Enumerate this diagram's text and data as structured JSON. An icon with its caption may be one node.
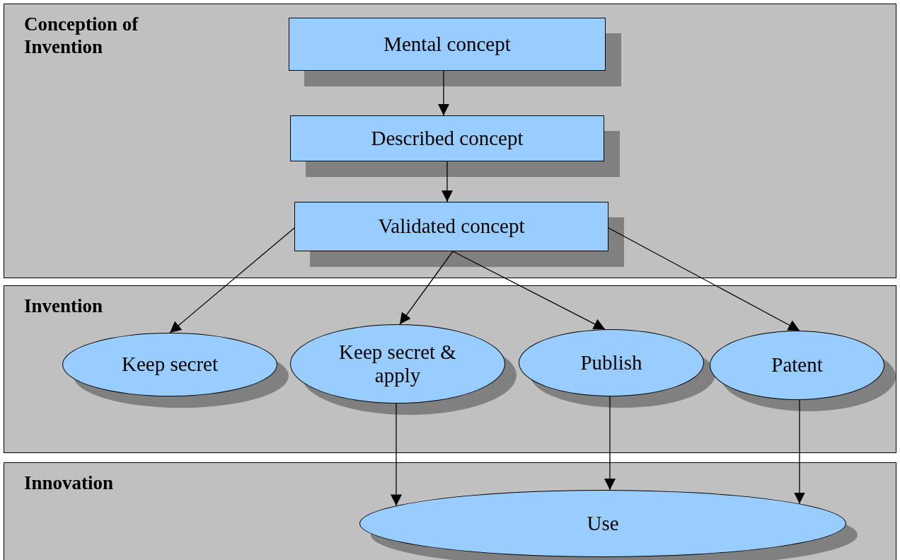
{
  "diagram": {
    "nodes": [
      {
        "text": [
          "Conception of Invention"
        ]
      },
      {
        "text": [
          "Mental concept"
        ],
        "in": 0
      },
      {
        "text": [
          "Described concept"
        ],
        "in": 0
      },
      {
        "text": [
          "Validated concept"
        ],
        "in": 0
      },
      {
        "text": [
          "Invention"
        ]
      },
      {
        "text": [
          "Keep secret"
        ],
        "in": 4
      },
      {
        "text": [
          "Keep secret & apply"
        ],
        "in": 4
      },
      {
        "text": [
          "Publish"
        ],
        "in": 4
      },
      {
        "text": [
          "Patent"
        ],
        "in": 4
      },
      {
        "text": [
          "Innovation"
        ]
      },
      {
        "text": [
          "Use"
        ],
        "in": 9
      }
    ],
    "edges": [
      {
        "from": 1,
        "to": 2,
        "arrow": "to"
      },
      {
        "from": 2,
        "to": 3,
        "arrow": "to"
      },
      {
        "from": 3,
        "to": 5,
        "arrow": "to"
      },
      {
        "from": 3,
        "to": 6,
        "arrow": "to"
      },
      {
        "from": 3,
        "to": 7,
        "arrow": "to"
      },
      {
        "from": 3,
        "to": 8,
        "arrow": "to"
      },
      {
        "from": 6,
        "to": 10,
        "arrow": "to"
      },
      {
        "from": 7,
        "to": 10,
        "arrow": "to"
      },
      {
        "from": 8,
        "to": 10,
        "arrow": "to"
      }
    ]
  }
}
